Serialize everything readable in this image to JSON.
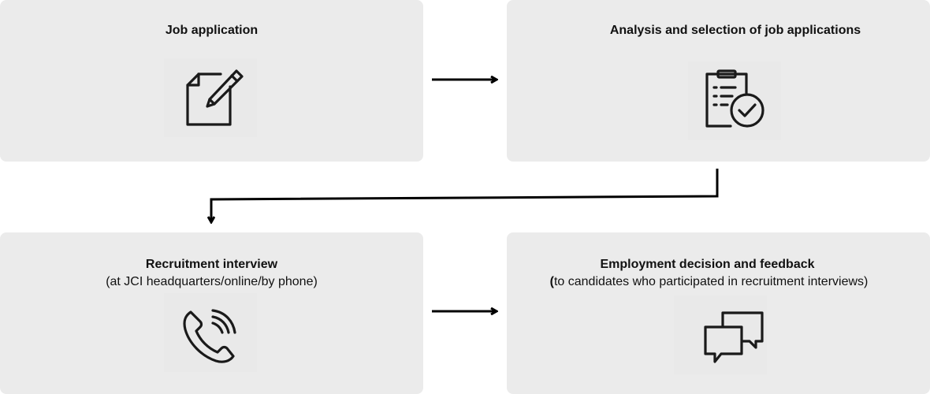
{
  "steps": [
    {
      "title": "Job application",
      "subtitle": "",
      "icon": "document-edit-icon"
    },
    {
      "title": "Analysis and selection of job applications",
      "subtitle": "",
      "icon": "clipboard-check-icon"
    },
    {
      "title": "Recruitment interview",
      "subtitle": "(at JCI headquarters/online/by phone)",
      "icon": "phone-icon"
    },
    {
      "title": "Employment decision and feedback",
      "subtitle_bold_prefix": "(",
      "subtitle": "to candidates who participated in recruitment interviews)",
      "icon": "chat-bubbles-icon"
    }
  ],
  "colors": {
    "box_background": "#ebebeb",
    "text": "#111111",
    "arrow": "#000000"
  }
}
